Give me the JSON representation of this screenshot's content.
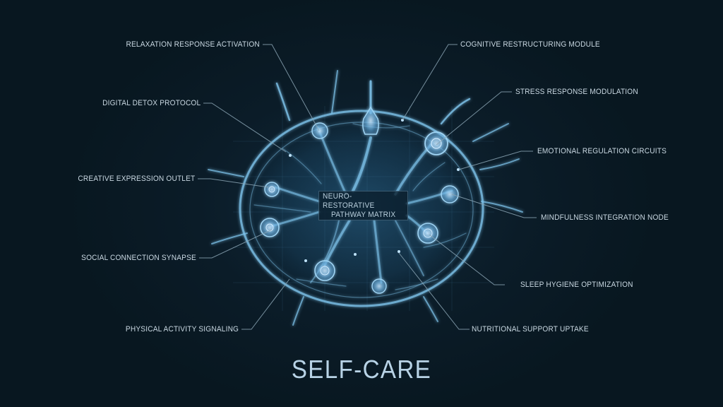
{
  "title": "SELF-CARE",
  "center": {
    "line1": "NEURO-RESTORATIVE",
    "line2": "PATHWAY MATRIX"
  },
  "labels_left": [
    {
      "text": "RELAXATION RESPONSE ACTIVATION"
    },
    {
      "text": "DIGITAL DETOX PROTOCOL"
    },
    {
      "text": "CREATIVE EXPRESSION OUTLET"
    },
    {
      "text": "SOCIAL CONNECTION SYNAPSE"
    },
    {
      "text": "PHYSICAL ACTIVITY SIGNALING"
    }
  ],
  "labels_right": [
    {
      "text": "COGNITIVE RESTRUCTURING MODULE"
    },
    {
      "text": "STRESS RESPONSE MODULATION"
    },
    {
      "text": "EMOTIONAL REGULATION CIRCUITS"
    },
    {
      "text": "MINDFULNESS INTEGRATION NODE"
    },
    {
      "text": "SLEEP HYGIENE OPTIMIZATION"
    },
    {
      "text": "NUTRITIONAL SUPPORT UPTAKE"
    }
  ],
  "colors": {
    "background": "#0a1822",
    "neuron": "#7fc4ec",
    "label_text": "#c9d8e2",
    "title_text": "#b8d3e6",
    "leader_line": "#8aa3b3"
  }
}
